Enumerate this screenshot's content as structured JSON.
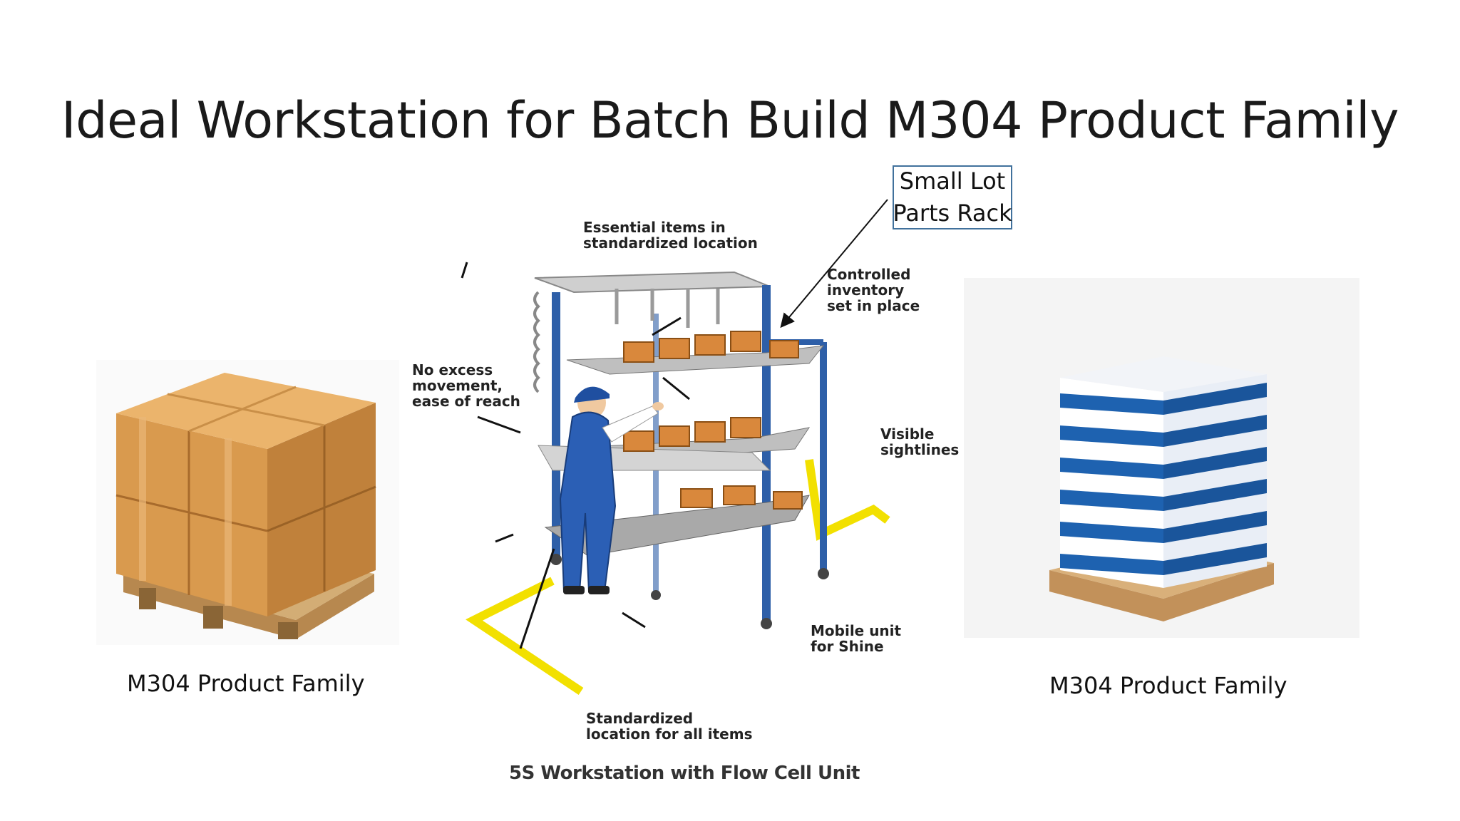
{
  "slide": {
    "title": "Ideal Workstation for Batch Build M304 Product Family",
    "left_caption": "M304 Product Family",
    "right_caption": "M304 Product Family",
    "callout": {
      "line1": "Small Lot",
      "line2": "Parts Rack"
    }
  },
  "diagram": {
    "labels": {
      "essential": [
        "Essential items in",
        "standardized location"
      ],
      "controlled": [
        "Controlled",
        "inventory",
        "set in place"
      ],
      "no_excess": [
        "No excess",
        "movement,",
        "ease of reach"
      ],
      "visible": [
        "Visible",
        "sightlines"
      ],
      "mobile": [
        "Mobile unit",
        "for Shine"
      ],
      "standardized": [
        "Standardized",
        "location for all items"
      ]
    },
    "caption": "5S Workstation with Flow Cell Unit"
  },
  "colors": {
    "box_brown": "#d4944a",
    "rack_blue": "#2e5fa8",
    "floor_yellow": "#f2e000",
    "crate_blue": "#1e62b0",
    "pallet_wood": "#c89a62",
    "callout_border": "#41719c"
  }
}
